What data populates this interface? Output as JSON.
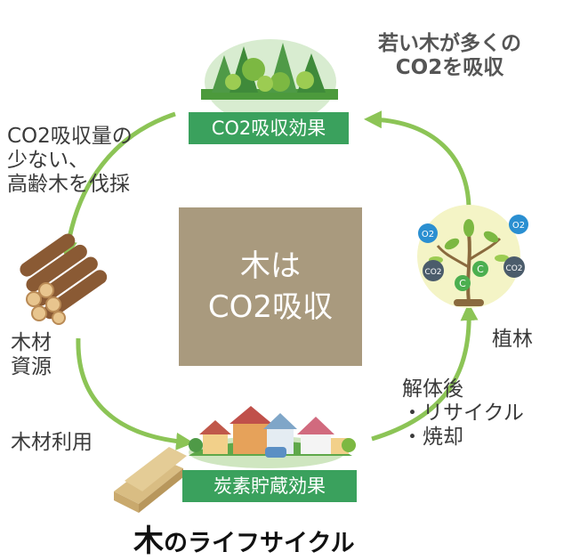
{
  "center": {
    "line1": "木は",
    "line2": "CO2吸収"
  },
  "labels": {
    "co2_effect": "CO2吸収効果",
    "carbon_storage": "炭素貯蔵効果"
  },
  "texts": {
    "young_trees": [
      "若い木が多くの",
      "CO2を吸収"
    ],
    "harvest": [
      "CO2吸収量の",
      "少ない、",
      "高齢木を伐採"
    ],
    "resource": [
      "木材",
      "資源"
    ],
    "use": "木材利用",
    "planting": "植林",
    "dismantle": [
      "解体後",
      "・リサイクル",
      "・焼却"
    ]
  },
  "molecules": {
    "o2": "O2",
    "co2": "CO2",
    "c": "C"
  },
  "title": {
    "first": "木",
    "rest": "のライフサイクル"
  },
  "colors": {
    "arrow": "#8cc456",
    "label_bg": "#3aa15d",
    "center_bg": "#a99a7e",
    "sapling_circle": "#f4f4c6"
  }
}
